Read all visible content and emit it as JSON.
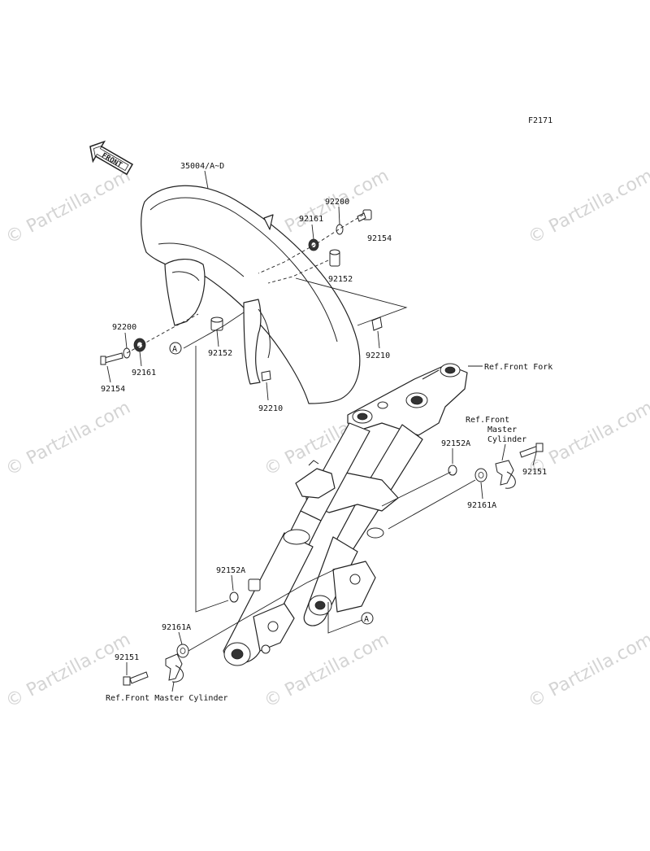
{
  "diagram_code": "F2171",
  "watermark": "© Partzilla.com",
  "front_badge": "FRONT",
  "callout_letter": "A",
  "labels": {
    "fender": "35004/A~D",
    "washer_top": "92200",
    "nut_top": "92161",
    "bolt_top": "92154",
    "collar_top": "92152",
    "clip_right": "92210",
    "washer_left": "92200",
    "bolt_left": "92154",
    "nut_left": "92161",
    "collar_left": "92152",
    "clip_bottom": "92210",
    "ref_front_fork": "Ref.Front Fork",
    "ref_mc_right": "Ref.Front\nMaster\nCylinder",
    "collar_a_right": "92152A",
    "bolt_right": "92151",
    "nut_a_right": "92161A",
    "collar_a_left": "92152A",
    "nut_a_left": "92161A",
    "bolt_left_bottom": "92151",
    "ref_mc_bottom": "Ref.Front Master Cylinder"
  }
}
